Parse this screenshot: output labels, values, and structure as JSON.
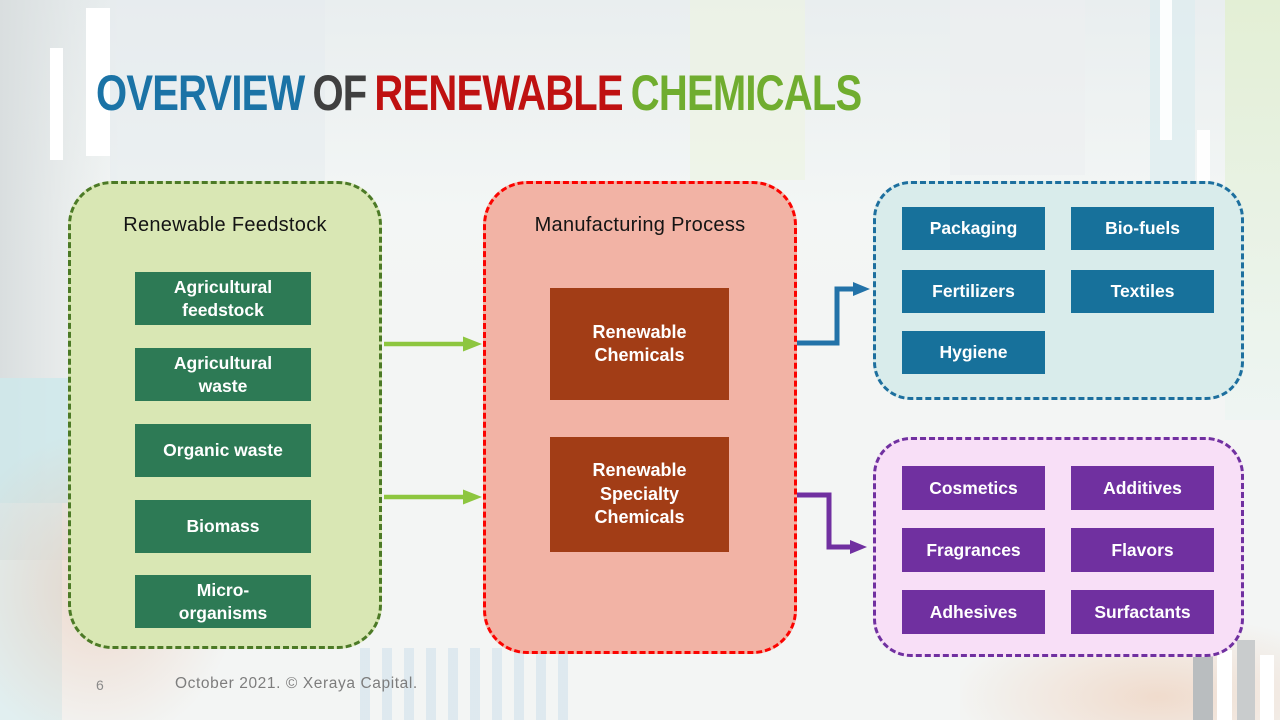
{
  "title": {
    "words": [
      {
        "text": "OVERVIEW",
        "color": "#1b73a6"
      },
      {
        "text": "OF",
        "color": "#404040"
      },
      {
        "text": "RENEWABLE",
        "color": "#bf1111"
      },
      {
        "text": "CHEMICALS",
        "color": "#70ad2f"
      }
    ]
  },
  "feedstock_panel": {
    "title": "Renewable Feedstock",
    "items": [
      "Agricultural feedstock",
      "Agricultural waste",
      "Organic waste",
      "Biomass",
      "Micro-organisms"
    ]
  },
  "manufacturing_panel": {
    "title": "Manufacturing Process",
    "items": [
      "Renewable Chemicals",
      "Renewable Specialty Chemicals"
    ]
  },
  "industrial_panel": {
    "items": [
      "Packaging",
      "Bio-fuels",
      "Fertilizers",
      "Textiles",
      "Hygiene"
    ]
  },
  "specialty_panel": {
    "items": [
      "Cosmetics",
      "Additives",
      "Fragrances",
      "Flavors",
      "Adhesives",
      "Surfactants"
    ]
  },
  "footer": {
    "page_number": "6",
    "credit": "October 2021. © Xeraya Capital."
  },
  "colors": {
    "feedstock_panel_bg": "#d9e7b4",
    "feedstock_panel_border": "#4c7a26",
    "feedstock_box_bg": "#2d7a55",
    "manufacturing_panel_bg": "#f2b3a5",
    "manufacturing_panel_border": "#fb0300",
    "manufacturing_box_bg": "#a23d16",
    "industrial_panel_bg": "#d9eceb",
    "industrial_panel_border": "#1d6f9e",
    "industrial_box_bg": "#17719b",
    "specialty_panel_bg": "#f8dff7",
    "specialty_panel_border": "#7030a0",
    "specialty_box_bg": "#7030a0",
    "arrow_green": "#8dc63f",
    "arrow_blue": "#2272a8",
    "arrow_purple": "#7030a0"
  }
}
